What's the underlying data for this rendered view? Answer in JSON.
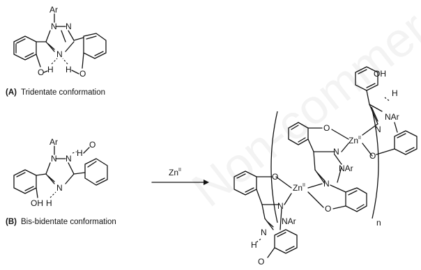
{
  "watermark": "Non-commercial",
  "labels": {
    "ar": "Ar",
    "nar": "NAr",
    "n": "N",
    "o": "O",
    "h": "H",
    "oh": "OH",
    "zn": "Zn",
    "zn_sup": "II",
    "repeat": "n"
  },
  "reagent": {
    "text": "Zn",
    "sup": "II"
  },
  "captions": {
    "a_letter": "(A)",
    "a_text": "Tridentate conformation",
    "b_letter": "(B)",
    "b_text": "Bis-bidentate conformation"
  }
}
